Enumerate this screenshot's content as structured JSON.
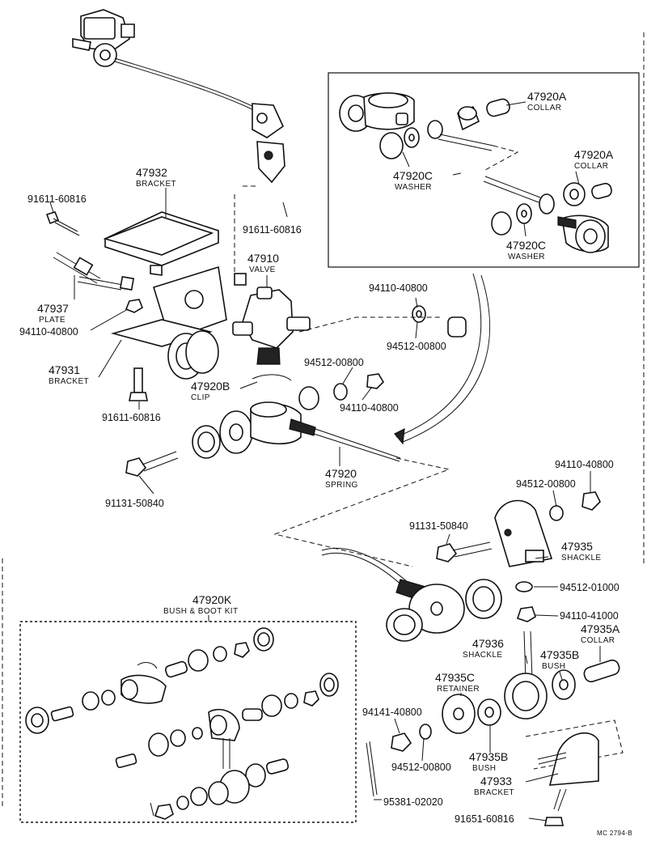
{
  "callouts": {
    "p47932": {
      "number": "47932",
      "name": "BRACKET"
    },
    "p91611_a": {
      "number": "91611-60816"
    },
    "p91611_b": {
      "number": "91611-60816"
    },
    "p47910": {
      "number": "47910",
      "name": "VALVE"
    },
    "p47937": {
      "number": "47937",
      "name": "PLATE"
    },
    "p94110_a": {
      "number": "94110-40800"
    },
    "p47931": {
      "number": "47931",
      "name": "BRACKET"
    },
    "p91611_c": {
      "number": "91611-60816"
    },
    "p47920B": {
      "number": "47920B",
      "name": "CLIP"
    },
    "p94110_b": {
      "number": "94110-40800"
    },
    "p94512_a": {
      "number": "94512-00800"
    },
    "p94512_b": {
      "number": "94512-00800"
    },
    "p94110_c": {
      "number": "94110-40800"
    },
    "p47920": {
      "number": "47920",
      "name": "SPRING"
    },
    "p91131_a": {
      "number": "91131-50840"
    },
    "p47920A_a": {
      "number": "47920A",
      "name": "COLLAR"
    },
    "p47920A_b": {
      "number": "47920A",
      "name": "COLLAR"
    },
    "p47920C_a": {
      "number": "47920C",
      "name": "WASHER"
    },
    "p47920C_b": {
      "number": "47920C",
      "name": "WASHER"
    },
    "p94110_d": {
      "number": "94110-40800"
    },
    "p94512_c": {
      "number": "94512-00800"
    },
    "p91131_b": {
      "number": "91131-50840"
    },
    "p47935": {
      "number": "47935",
      "name": "SHACKLE"
    },
    "p94512_d": {
      "number": "94512-01000"
    },
    "p94110_e": {
      "number": "94110-41000"
    },
    "p47936": {
      "number": "47936",
      "name": "SHACKLE"
    },
    "p47935A": {
      "number": "47935A",
      "name": "COLLAR"
    },
    "p47935B_a": {
      "number": "47935B",
      "name": "BUSH"
    },
    "p47935C": {
      "number": "47935C",
      "name": "RETAINER"
    },
    "p94141": {
      "number": "94141-40800"
    },
    "p94512_e": {
      "number": "94512-00800"
    },
    "p47935B_b": {
      "number": "47935B",
      "name": "BUSH"
    },
    "p47933": {
      "number": "47933",
      "name": "BRACKET"
    },
    "p95381": {
      "number": "95381-02020"
    },
    "p91651": {
      "number": "91651-60816"
    },
    "p47920K": {
      "number": "47920K",
      "name": "BUSH & BOOT KIT"
    }
  },
  "footer": {
    "code": "MC 2794-B"
  }
}
